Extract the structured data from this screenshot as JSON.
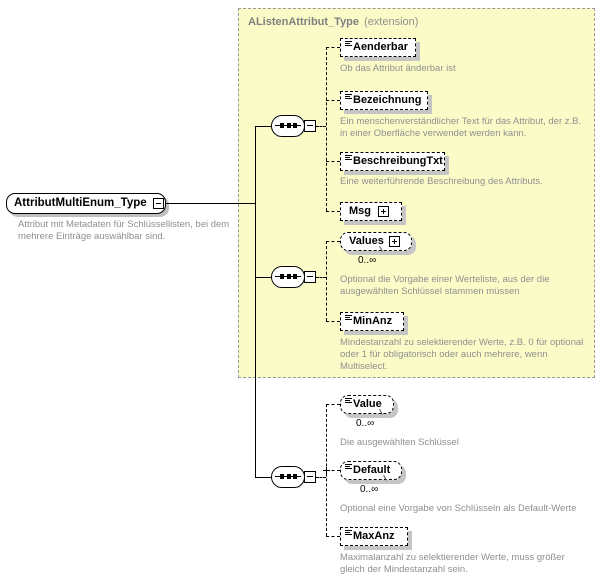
{
  "diagram": {
    "root": {
      "name": "AttributMultiEnum_Type",
      "expander_icon": "minus-expander-icon",
      "documentation": "Attribut mit Metadaten für Schlüssellisten, bei dem mehrere Einträge auswählbar sind."
    },
    "extension": {
      "base_type": "AListenAttribut_Type",
      "kind": "(extension)"
    },
    "compositors": [
      {
        "id": "seq-1",
        "icon": "sequence-icon",
        "expander_icon": "minus-expander-icon"
      },
      {
        "id": "seq-2",
        "icon": "sequence-icon",
        "expander_icon": "minus-expander-icon"
      },
      {
        "id": "seq-3",
        "icon": "sequence-icon",
        "expander_icon": "minus-expander-icon"
      }
    ],
    "nodes": [
      {
        "id": "aenderbar",
        "name": "Aenderbar",
        "kind": "attribute",
        "shape": "square",
        "has_lines_icon": true,
        "expander": null,
        "cardinality": null,
        "documentation": "Ob das Attribut änderbar ist"
      },
      {
        "id": "bezeichnung",
        "name": "Bezeichnung",
        "kind": "attribute",
        "shape": "square",
        "has_lines_icon": true,
        "expander": null,
        "cardinality": null,
        "documentation": "Ein menschenverständlicher Text für das Attribut, der z.B. in einer Oberfläche verwendet werden kann."
      },
      {
        "id": "beschreibungtxt",
        "name": "BeschreibungTxt",
        "kind": "attribute",
        "shape": "square",
        "has_lines_icon": true,
        "expander": null,
        "cardinality": null,
        "documentation": "Eine weiterführende Beschreibung des Attributs."
      },
      {
        "id": "msg",
        "name": "Msg",
        "kind": "attribute",
        "shape": "square",
        "has_lines_icon": false,
        "expander": "plus-expander-icon",
        "cardinality": null,
        "documentation": ""
      },
      {
        "id": "values",
        "name": "Values",
        "kind": "element",
        "shape": "rounded",
        "has_lines_icon": false,
        "expander": "plus-expander-icon",
        "cardinality": "0..∞",
        "documentation": "Optional die Vorgabe einer Werteliste, aus der die ausgewählten Schlüssel stammen müssen"
      },
      {
        "id": "minanz",
        "name": "MinAnz",
        "kind": "attribute",
        "shape": "square",
        "has_lines_icon": true,
        "expander": null,
        "cardinality": null,
        "documentation": "Mindestanzahl zu selektierender Werte, z.B. 0 für optional oder 1 für obligatorisch oder auch mehrere, wenn Multiselect."
      },
      {
        "id": "value",
        "name": "Value",
        "kind": "element",
        "shape": "rounded",
        "has_lines_icon": true,
        "expander": null,
        "cardinality": "0..∞",
        "documentation": "Die ausgewählten Schlüssel"
      },
      {
        "id": "default",
        "name": "Default",
        "kind": "element",
        "shape": "rounded",
        "has_lines_icon": true,
        "expander": null,
        "cardinality": "0..∞",
        "documentation": "Optional eine Vorgabe von Schlüsseln als Default-Werte"
      },
      {
        "id": "maxanz",
        "name": "MaxAnz",
        "kind": "attribute",
        "shape": "square",
        "has_lines_icon": true,
        "expander": null,
        "cardinality": null,
        "documentation": "Maximalanzahl zu selektierender Werte, muss größer gleich der Mindestanzahl sein."
      }
    ],
    "colors": {
      "extension_background": "#fbfbc8",
      "extension_border": "#999999",
      "documentation_text": "#8f8f8f",
      "node_shadow": "#c5c5c5",
      "line": "#000000"
    }
  }
}
